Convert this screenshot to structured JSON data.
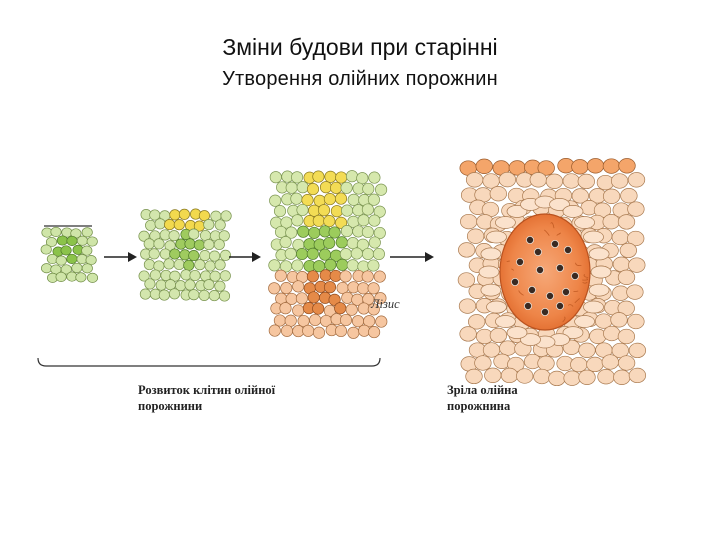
{
  "header": {
    "title": "Зміни будови при старінні",
    "subtitle": "Утворення олійних порожнин"
  },
  "labels": {
    "lysis": "Лізис",
    "development_line1": "Розвиток клітин олійної",
    "development_line2": "порожнини",
    "mature_line1": "Зріла олійна",
    "mature_line2": "порожнина"
  },
  "colors": {
    "green_light": "#c8e0a0",
    "green_mid": "#a3cf6a",
    "yellow": "#f3dc55",
    "orange_cell": "#f5c7a0",
    "orange_dark": "#e8823f",
    "cavity": "#f08a4c",
    "cell_outline": "#9a6a40"
  }
}
